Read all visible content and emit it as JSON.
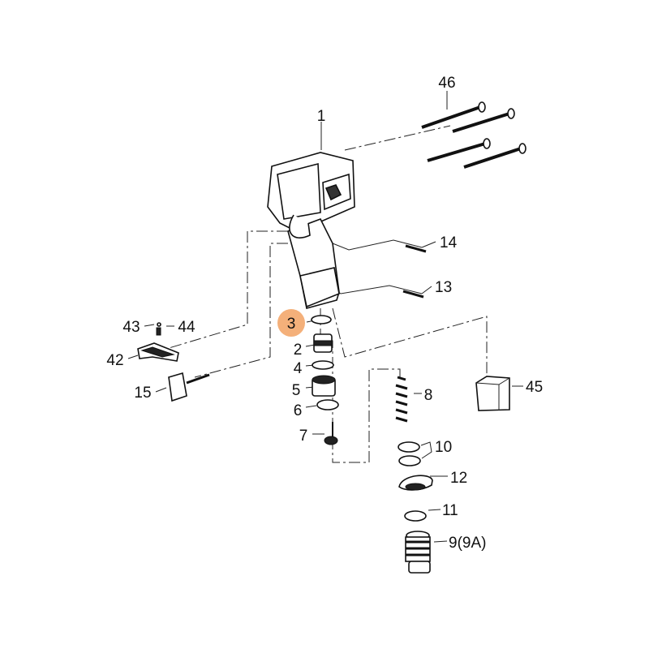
{
  "diagram": {
    "highlight_color": "#F4B07A",
    "highlighted_part": "3",
    "parts": [
      {
        "id": "p46",
        "label": "46"
      },
      {
        "id": "p1",
        "label": "1"
      },
      {
        "id": "p14",
        "label": "14"
      },
      {
        "id": "p13",
        "label": "13"
      },
      {
        "id": "p43",
        "label": "43"
      },
      {
        "id": "p44",
        "label": "44"
      },
      {
        "id": "p42",
        "label": "42"
      },
      {
        "id": "p3",
        "label": "3"
      },
      {
        "id": "p2",
        "label": "2"
      },
      {
        "id": "p4",
        "label": "4"
      },
      {
        "id": "p5",
        "label": "5"
      },
      {
        "id": "p6",
        "label": "6"
      },
      {
        "id": "p7",
        "label": "7"
      },
      {
        "id": "p8",
        "label": "8"
      },
      {
        "id": "p10",
        "label": "10"
      },
      {
        "id": "p12",
        "label": "12"
      },
      {
        "id": "p11",
        "label": "11"
      },
      {
        "id": "p9",
        "label": "9(9A)"
      },
      {
        "id": "p45",
        "label": "45"
      },
      {
        "id": "p15",
        "label": "15"
      }
    ]
  }
}
